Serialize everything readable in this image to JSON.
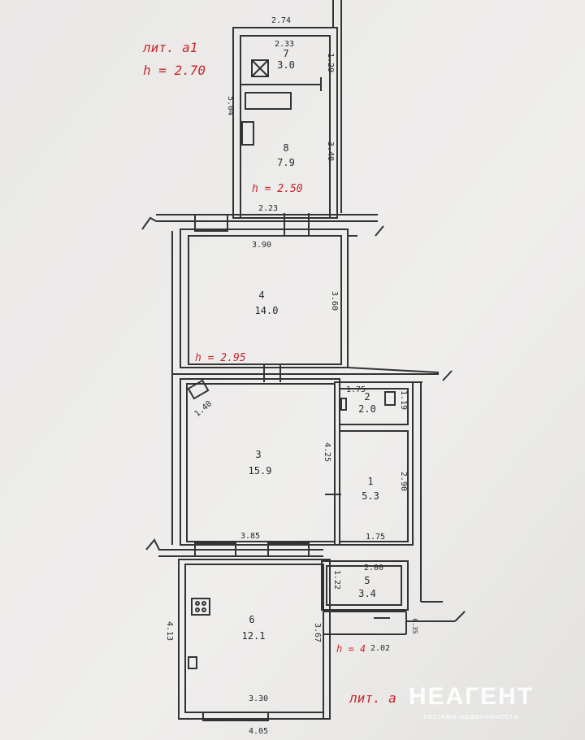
{
  "floor_label_top": "лит. а1",
  "ceiling_height_top": "h = 2.70",
  "ceiling_height_room8": "h = 2.50",
  "ceiling_height_room4": "h = 2.95",
  "floor_label_bottom": "лит. а",
  "rooms": [
    {
      "number": "7",
      "area": "3.0"
    },
    {
      "number": "8",
      "area": "7.9"
    },
    {
      "number": "4",
      "area": "14.0"
    },
    {
      "number": "2",
      "area": "2.0"
    },
    {
      "number": "3",
      "area": "15.9"
    },
    {
      "number": "1",
      "area": "5.3"
    },
    {
      "number": "5",
      "area": "3.4"
    },
    {
      "number": "6",
      "area": "12.1"
    }
  ],
  "dimensions": {
    "top_width": "2.74",
    "room7_width": "2.33",
    "room7_depth": "1.29",
    "left_side_top": "5.04",
    "room8_depth": "3.40",
    "room8_bottom": "2.23",
    "room4_width": "3.90",
    "room4_depth": "3.60",
    "room3_corner": "1.40",
    "room2_width": "1.75",
    "room2_depth": "1.19",
    "room3_depth": "4.25",
    "room1_depth": "2.90",
    "room3_width": "3.85",
    "room1_width": "1.75",
    "room5_width": "2.00",
    "room5_depth": "1.22",
    "left_side_bottom": "4.13",
    "room6_depth": "3.67",
    "room6_width": "3.30",
    "step_width": "2.02",
    "step_mark": "0.35",
    "bottom_width": "4.05",
    "height_mark": "h = 4"
  },
  "watermark": {
    "brand": "НЕАГЕНТ",
    "tagline": "система недвижимости"
  }
}
